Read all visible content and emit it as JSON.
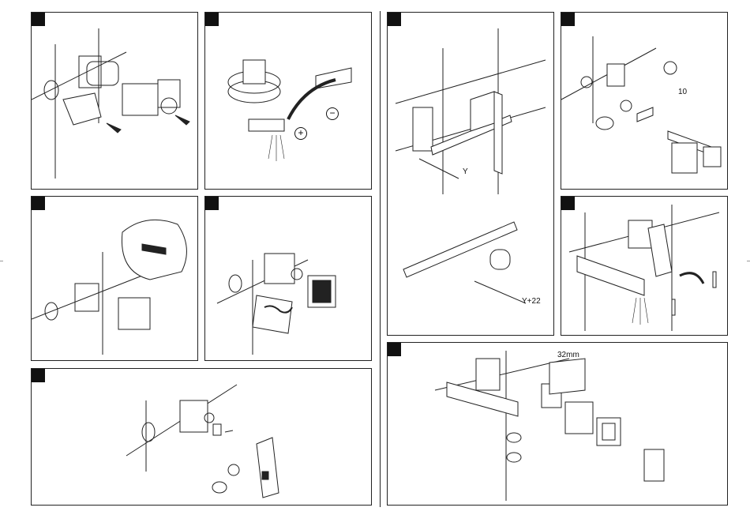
{
  "panels": [
    {
      "id": "p1"
    },
    {
      "id": "p2"
    },
    {
      "id": "p3"
    },
    {
      "id": "p4"
    },
    {
      "id": "p5"
    },
    {
      "id": "p6"
    },
    {
      "id": "p7"
    },
    {
      "id": "p8"
    },
    {
      "id": "p9"
    }
  ],
  "labels": {
    "plus": "+",
    "minus": "−",
    "dim_y": "Y",
    "dim_y22": "Y+22",
    "dim_10": "10",
    "dim_32mm": "32mm"
  },
  "colors": {
    "line": "#222222",
    "tag": "#111111",
    "gray": "#888888"
  }
}
